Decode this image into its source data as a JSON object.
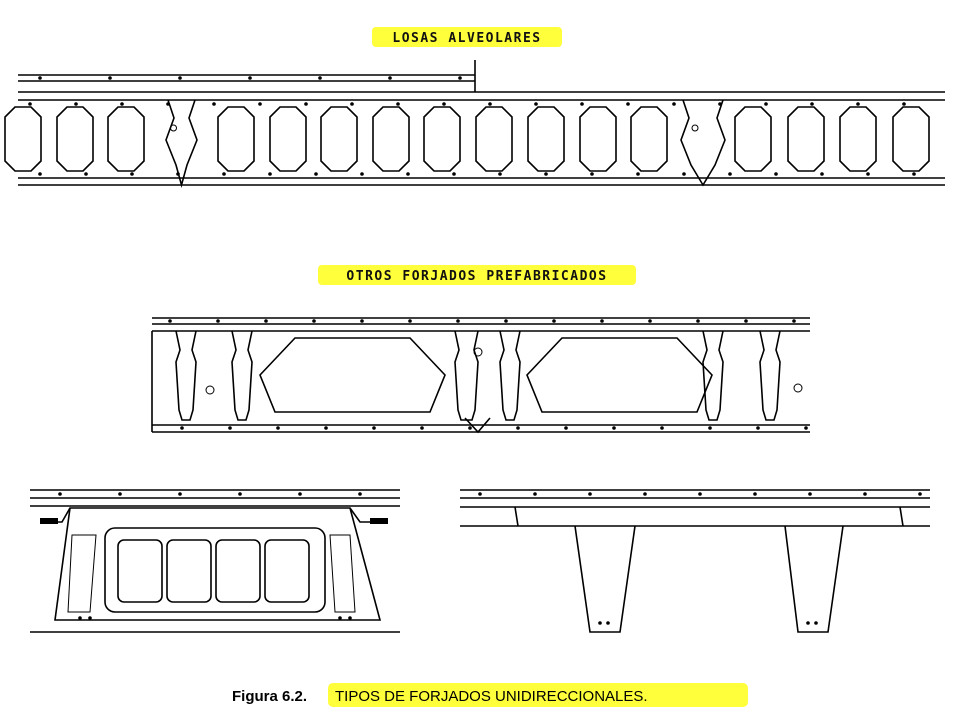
{
  "section_titles": {
    "hollowcore": "LOSAS ALVEOLARES",
    "other_precast": "OTROS FORJADOS PREFABRICADOS"
  },
  "caption": {
    "number": "Figura 6.2.",
    "text": "TIPOS DE FORJADOS UNIDIRECCIONALES."
  },
  "colors": {
    "highlight": "#ffff3b",
    "line": "#000000",
    "background": "#ffffff"
  }
}
